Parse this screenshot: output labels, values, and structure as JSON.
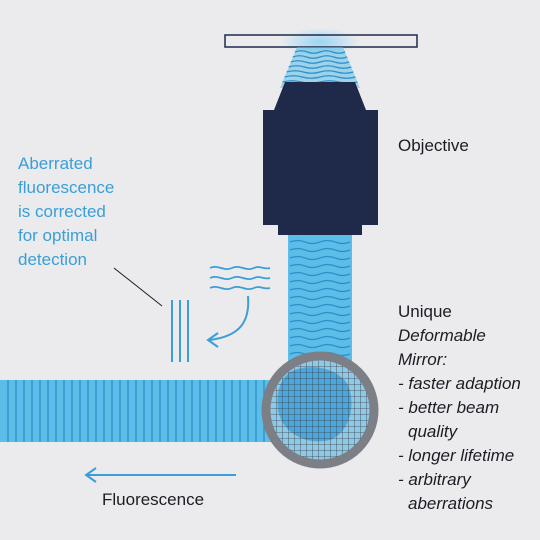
{
  "labels": {
    "objective": "Objective",
    "aberrated": [
      "Aberrated",
      "fluorescence",
      "is corrected",
      "for optimal",
      "detection"
    ],
    "mirror_heading": "Unique",
    "mirror_title": [
      "Deformable",
      "Mirror:"
    ],
    "features": [
      "- faster adaption",
      "- better beam",
      "  quality",
      "- longer lifetime",
      "- arbitrary",
      "  aberrations"
    ],
    "fluorescence": "Fluorescence"
  },
  "colors": {
    "background": "#ebebee",
    "beam": "#5bbde8",
    "beam_line": "#2f8fc9",
    "annotation": "#3a9fd6",
    "objective": "#1f2a4a",
    "mirror_ring": "#7d7f87",
    "text": "#1c1c24"
  },
  "icons": {
    "arrow_down_left": "curved-arrow-icon",
    "arrow_left": "arrow-left-icon"
  }
}
